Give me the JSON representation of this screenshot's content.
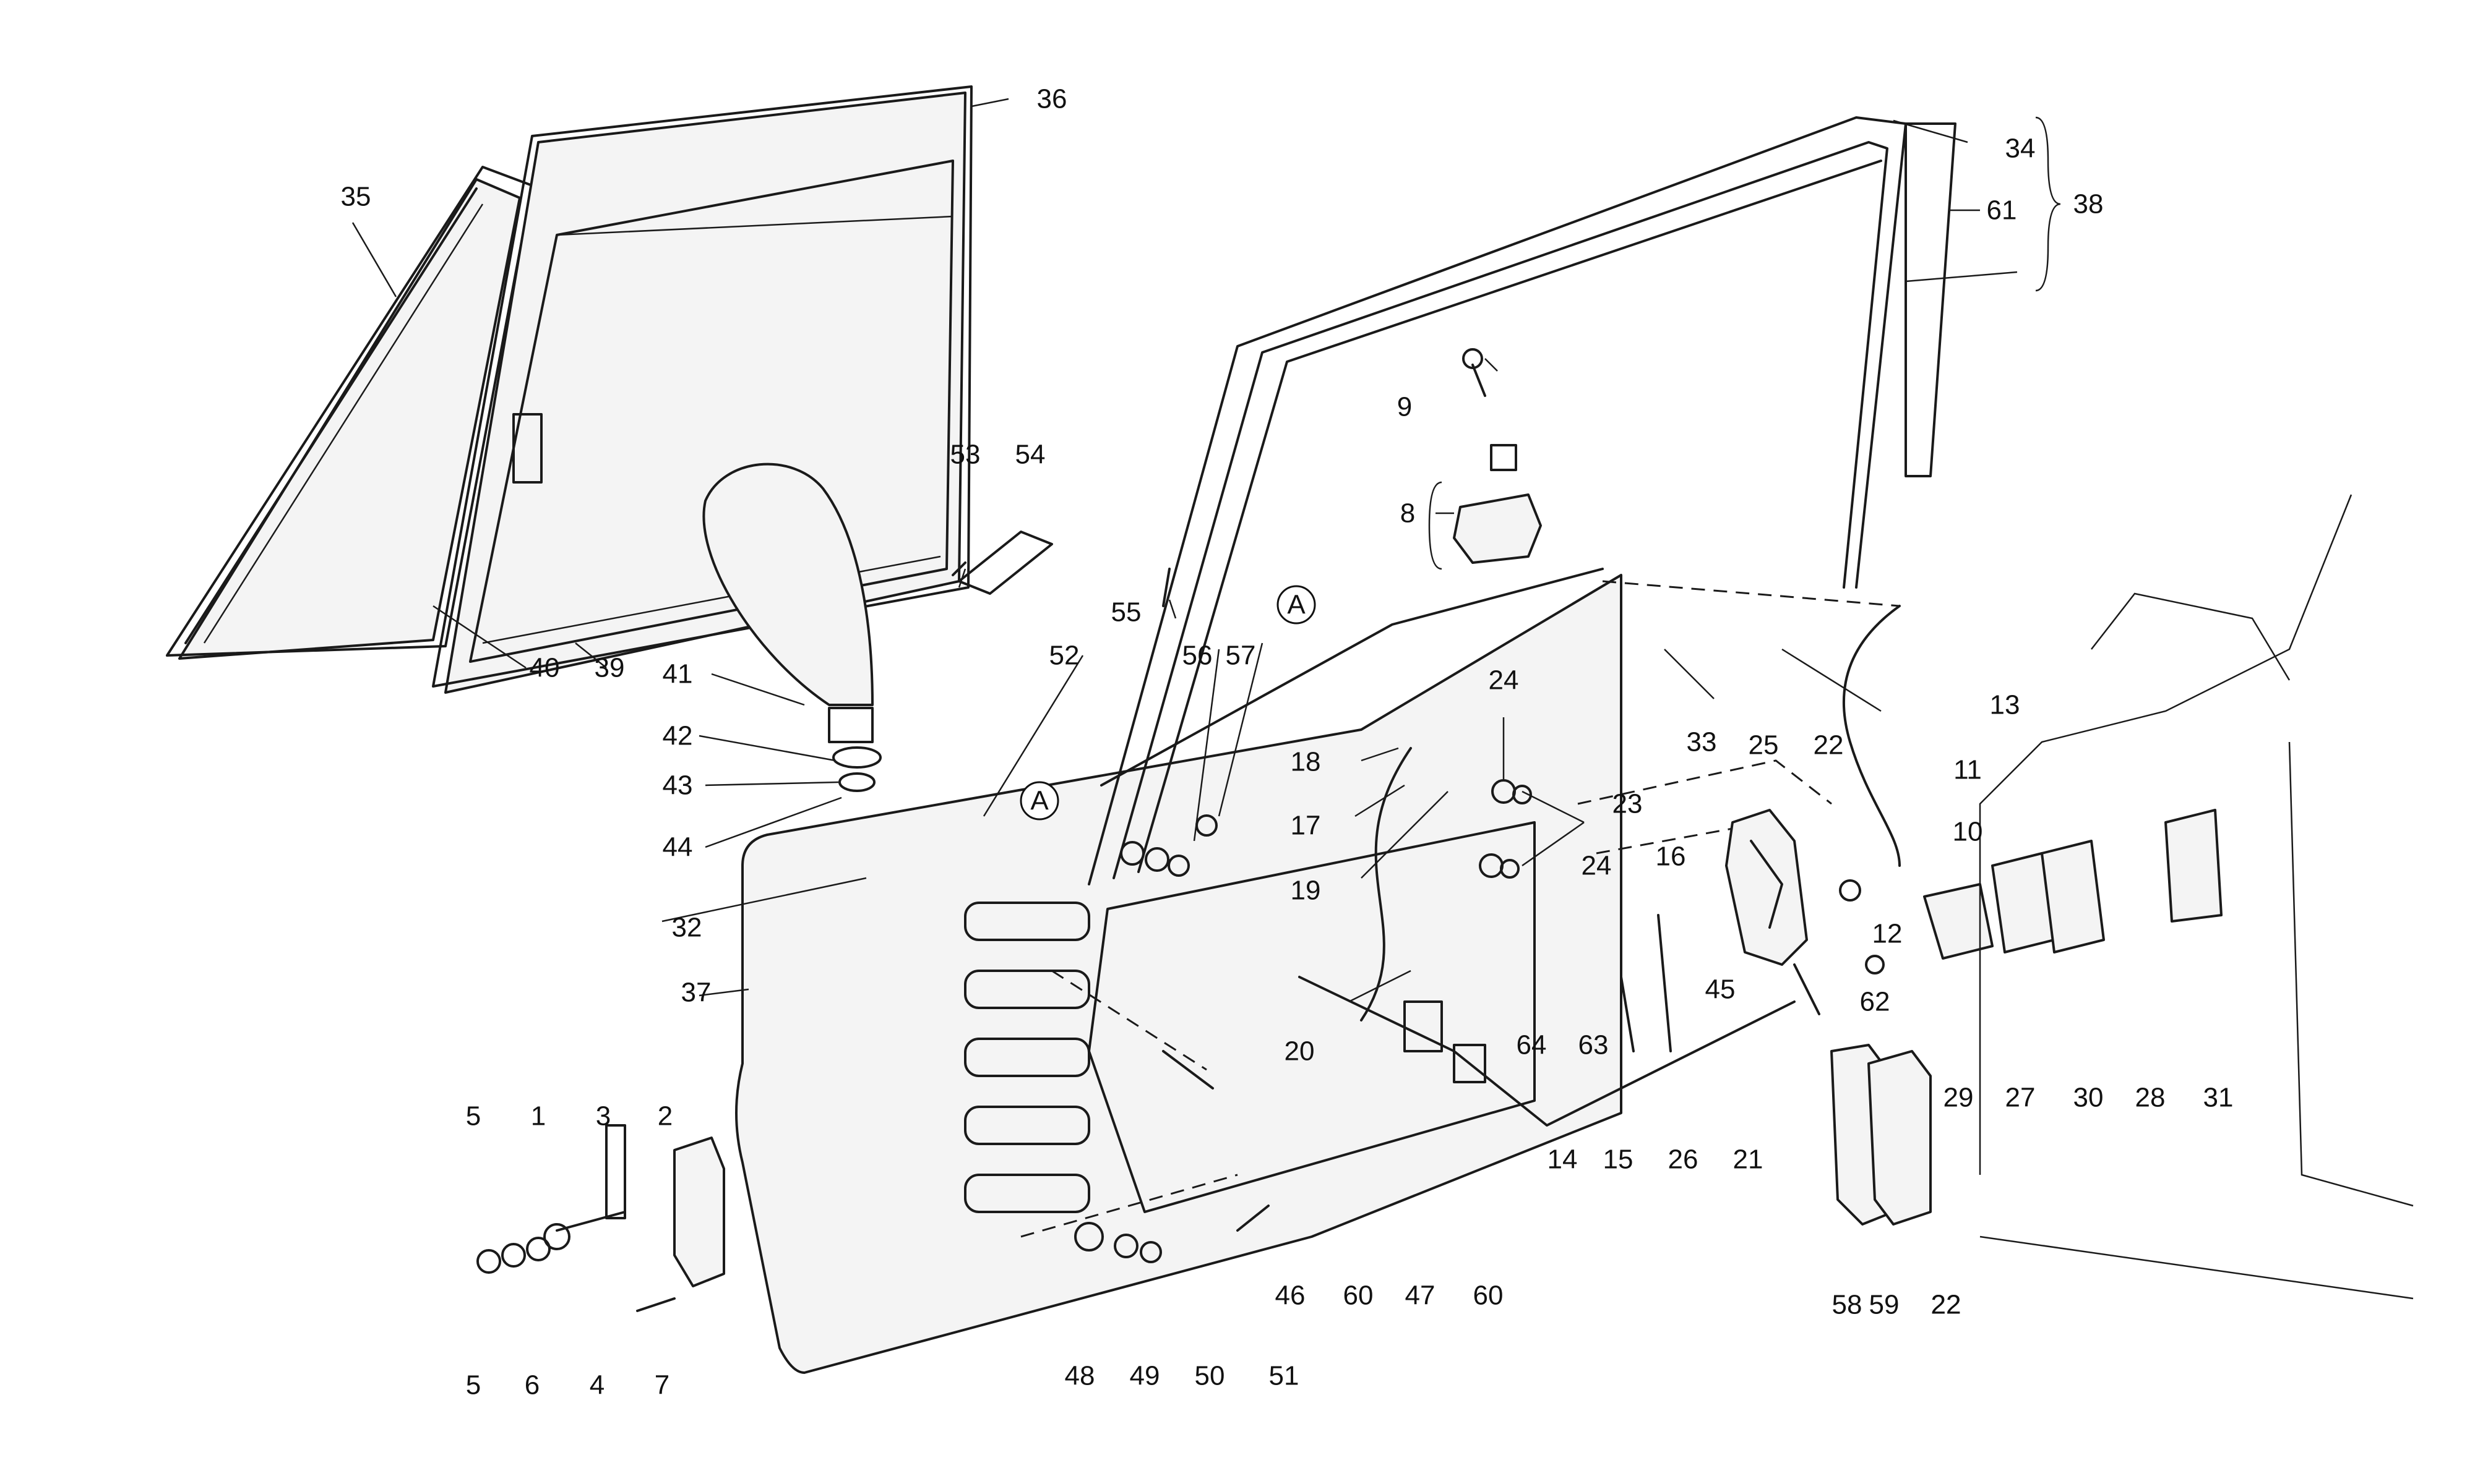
{
  "callouts": [
    "1",
    "2",
    "3",
    "4",
    "5",
    "5",
    "6",
    "7",
    "8",
    "9",
    "10",
    "11",
    "12",
    "13",
    "14",
    "15",
    "16",
    "17",
    "18",
    "19",
    "20",
    "21",
    "22",
    "22",
    "22",
    "23",
    "24",
    "24",
    "25",
    "26",
    "27",
    "28",
    "29",
    "30",
    "31",
    "32",
    "33",
    "34",
    "35",
    "36",
    "37",
    "38",
    "39",
    "40",
    "41",
    "42",
    "43",
    "44",
    "45",
    "46",
    "47",
    "48",
    "49",
    "50",
    "51",
    "52",
    "53",
    "54",
    "55",
    "56",
    "57",
    "58",
    "59",
    "60",
    "60",
    "61",
    "62",
    "63",
    "64"
  ],
  "reference_markers": [
    "A",
    "A"
  ],
  "colors": {
    "line": "#1a1a1a",
    "background": "#ffffff"
  }
}
